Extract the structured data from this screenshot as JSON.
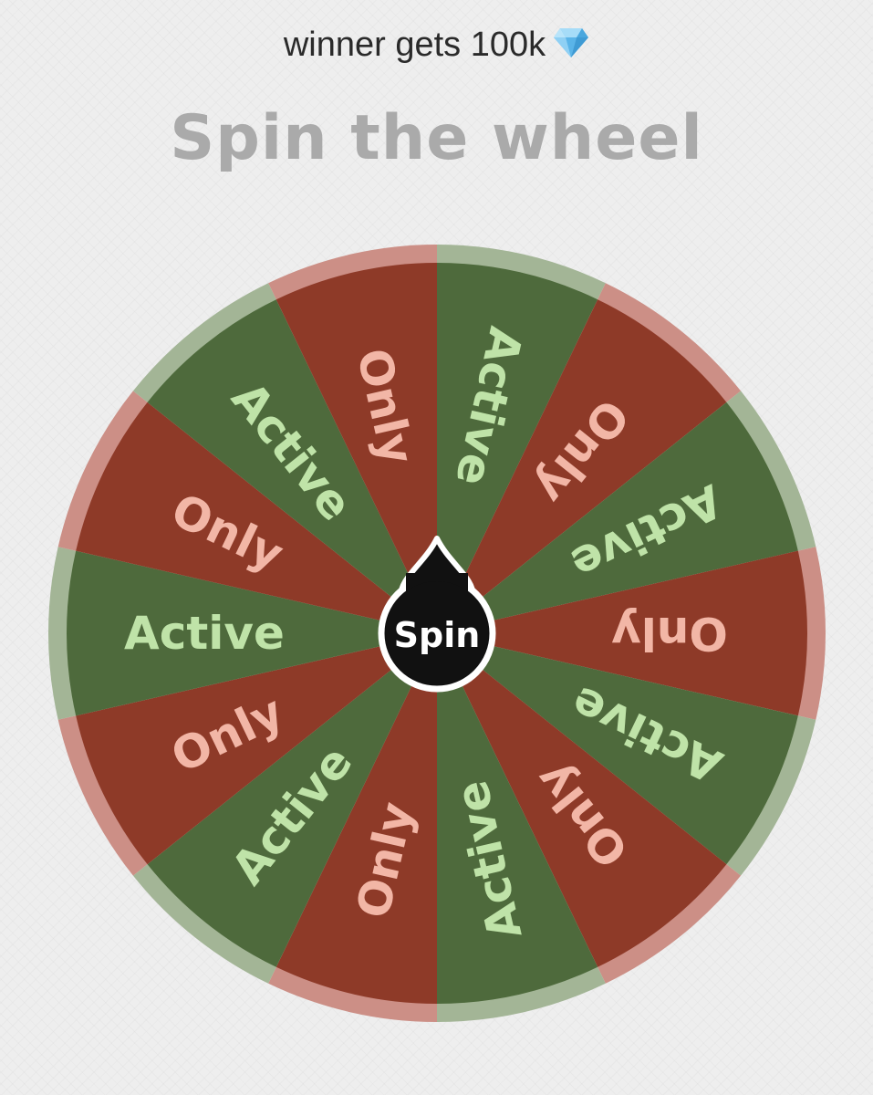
{
  "header": {
    "caption": "winner gets 100k",
    "caption_icon": "gem-icon",
    "title": "Spin the wheel"
  },
  "wheel": {
    "segments": [
      {
        "label": "Active",
        "color": "#4e6a3c",
        "rim": "#a3b596",
        "text_color": "#bfe3a8"
      },
      {
        "label": "Only",
        "color": "#8e3a28",
        "rim": "#cc8f86",
        "text_color": "#f2b6a6"
      },
      {
        "label": "Active",
        "color": "#4e6a3c",
        "rim": "#a3b596",
        "text_color": "#bfe3a8"
      },
      {
        "label": "Only",
        "color": "#8e3a28",
        "rim": "#cc8f86",
        "text_color": "#f2b6a6"
      },
      {
        "label": "Active",
        "color": "#4e6a3c",
        "rim": "#a3b596",
        "text_color": "#bfe3a8"
      },
      {
        "label": "Only",
        "color": "#8e3a28",
        "rim": "#cc8f86",
        "text_color": "#f2b6a6"
      },
      {
        "label": "Active",
        "color": "#4e6a3c",
        "rim": "#a3b596",
        "text_color": "#bfe3a8"
      },
      {
        "label": "Only",
        "color": "#8e3a28",
        "rim": "#cc8f86",
        "text_color": "#f2b6a6"
      },
      {
        "label": "Active",
        "color": "#4e6a3c",
        "rim": "#a3b596",
        "text_color": "#bfe3a8"
      },
      {
        "label": "Only",
        "color": "#8e3a28",
        "rim": "#cc8f86",
        "text_color": "#f2b6a6"
      },
      {
        "label": "Active",
        "color": "#4e6a3c",
        "rim": "#a3b596",
        "text_color": "#bfe3a8"
      },
      {
        "label": "Only",
        "color": "#8e3a28",
        "rim": "#cc8f86",
        "text_color": "#f2b6a6"
      },
      {
        "label": "Active",
        "color": "#4e6a3c",
        "rim": "#a3b596",
        "text_color": "#bfe3a8"
      },
      {
        "label": "Only",
        "color": "#8e3a28",
        "rim": "#cc8f86",
        "text_color": "#f2b6a6"
      }
    ],
    "spin_button": {
      "label": "Spin",
      "background": "#111111",
      "text_color": "#ffffff"
    }
  },
  "colors": {
    "background": "#eeeeee",
    "title": "#aaaaaa",
    "caption": "#2a2a2a"
  }
}
